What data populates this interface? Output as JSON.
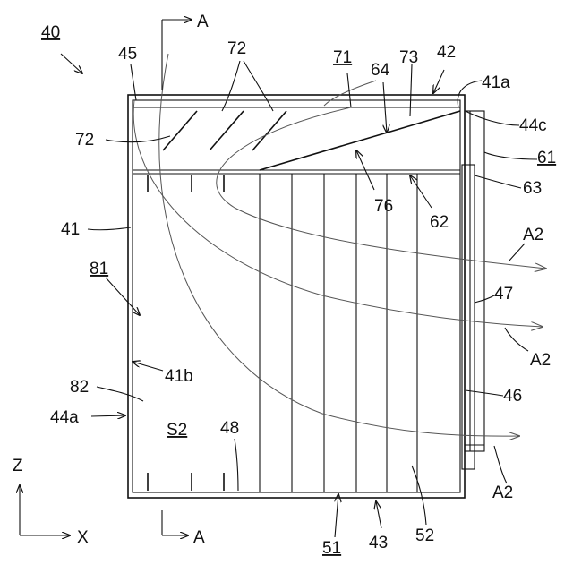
{
  "figure": {
    "ref_40": "40",
    "ref_41": "41",
    "ref_41a": "41a",
    "ref_41b": "41b",
    "ref_42": "42",
    "ref_43": "43",
    "ref_44a": "44a",
    "ref_44c": "44c",
    "ref_45": "45",
    "ref_46": "46",
    "ref_47": "47",
    "ref_48": "48",
    "ref_51": "51",
    "ref_52": "52",
    "ref_61": "61",
    "ref_62": "62",
    "ref_63": "63",
    "ref_64": "64",
    "ref_71": "71",
    "ref_72": "72",
    "ref_73": "73",
    "ref_76": "76",
    "ref_81": "81",
    "ref_82": "82",
    "ref_S2": "S2",
    "flow_A2": "A2",
    "section_A": "A",
    "axis_z": "Z",
    "axis_x": "X"
  }
}
